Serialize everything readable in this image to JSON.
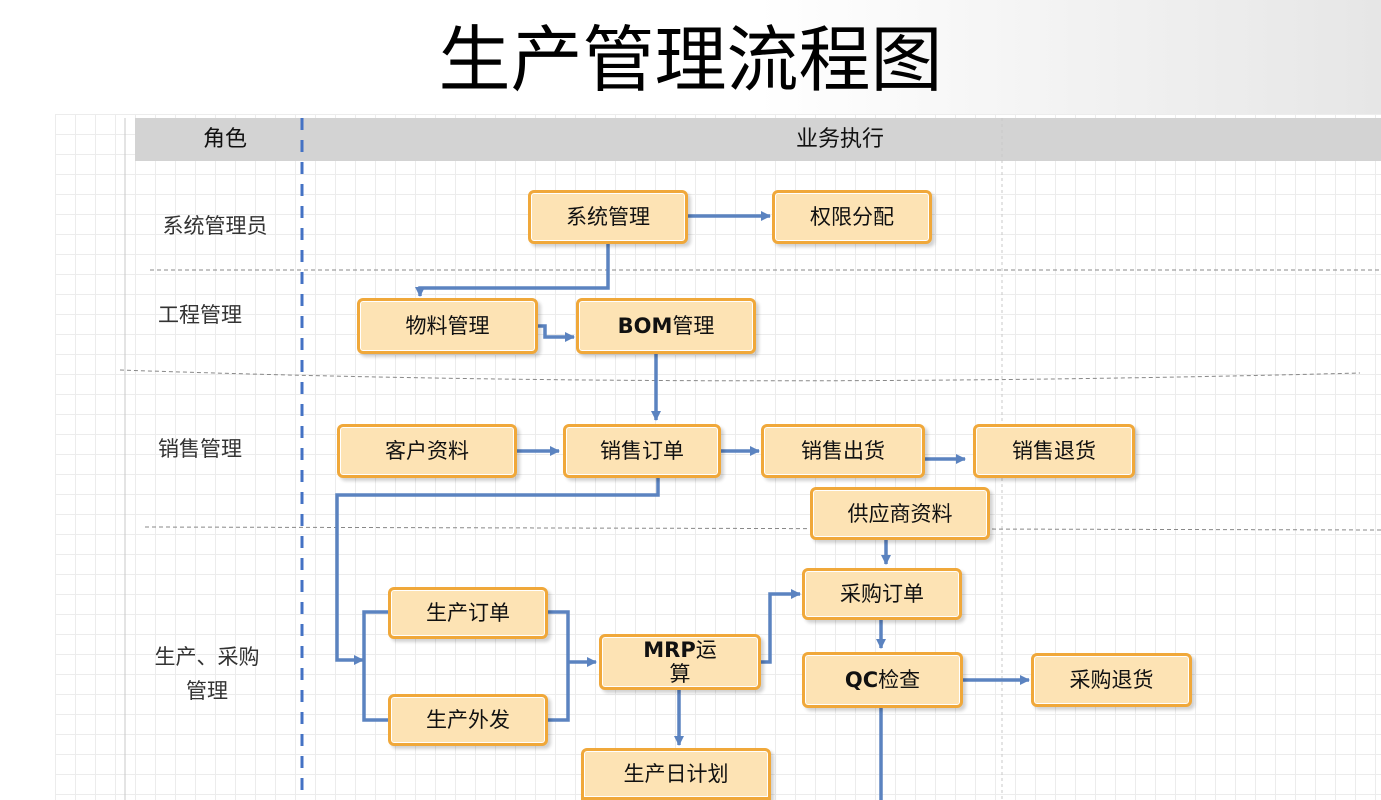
{
  "title": "生产管理流程图",
  "header": {
    "role_col": "角色",
    "exec_col": "业务执行"
  },
  "roles": {
    "sysadmin": "系统管理员",
    "engineering": "工程管理",
    "sales": "销售管理",
    "production_line1": "生产、采购",
    "production_line2": "管理"
  },
  "nodes": {
    "system_mgmt": "系统管理",
    "permission": "权限分配",
    "material_mgmt": "物料管理",
    "bom_bold": "BOM",
    "bom_rest": "管理",
    "customer_info": "客户资料",
    "sales_order": "销售订单",
    "sales_shipment": "销售出货",
    "sales_return": "销售退货",
    "supplier_info": "供应商资料",
    "purchase_order": "采购订单",
    "production_order": "生产订单",
    "mrp_bold": "MRP",
    "mrp_rest": "运",
    "mrp_line2": "算",
    "qc_bold": "QC",
    "qc_rest": "检查",
    "purchase_return": "采购退货",
    "outsourcing": "生产外发",
    "daily_plan": "生产日计划"
  },
  "colors": {
    "box_fill": "#fde3b4",
    "box_border": "#f0a83a",
    "arrow": "#5b83c0",
    "divider": "#4472c4"
  }
}
